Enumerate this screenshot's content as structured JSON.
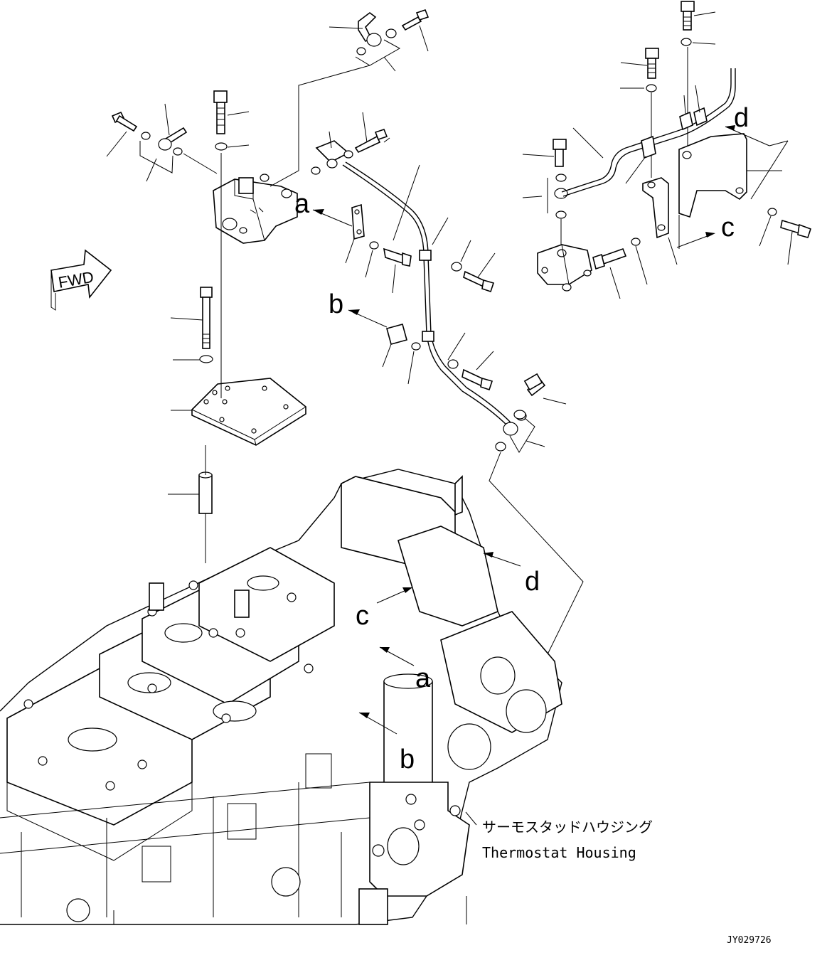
{
  "diagram": {
    "direction_badge": "FWD",
    "view_labels": {
      "a_top": "a",
      "b_top": "b",
      "c_right": "c",
      "d_right": "d",
      "a_engine": "a",
      "b_engine": "b",
      "c_engine": "c",
      "d_engine": "d"
    },
    "callout": {
      "name_jp": "サーモスタッドハウジング",
      "name_en": "Thermostat Housing"
    },
    "drawing_code": "JY029726"
  }
}
